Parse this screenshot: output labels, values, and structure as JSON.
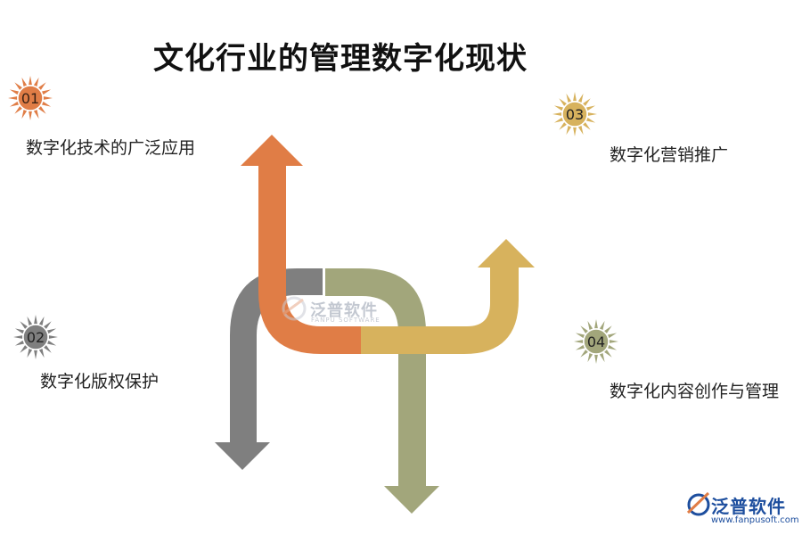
{
  "title": "文化行业的管理数字化现状",
  "colors": {
    "orange": "#e07d46",
    "gray": "#7f7f7f",
    "sage": "#a2a67b",
    "gold": "#d7b25d"
  },
  "items": [
    {
      "number": "01",
      "label": "数字化技术的广泛应用",
      "color": "#e07d46"
    },
    {
      "number": "02",
      "label": "数字化版权保护",
      "color": "#7f7f7f"
    },
    {
      "number": "03",
      "label": "数字化营销推广",
      "color": "#d7b25d"
    },
    {
      "number": "04",
      "label": "数字化内容创作与管理",
      "color": "#a2a67b"
    }
  ],
  "watermark": {
    "name": "泛普软件",
    "sub": "FANPU SOFTWARE"
  },
  "logo": {
    "name": "泛普软件",
    "url": "www.fanpusoft.com"
  },
  "icons": {
    "badge": "sun-burst-icon",
    "logo": "fanpu-logo-icon"
  }
}
